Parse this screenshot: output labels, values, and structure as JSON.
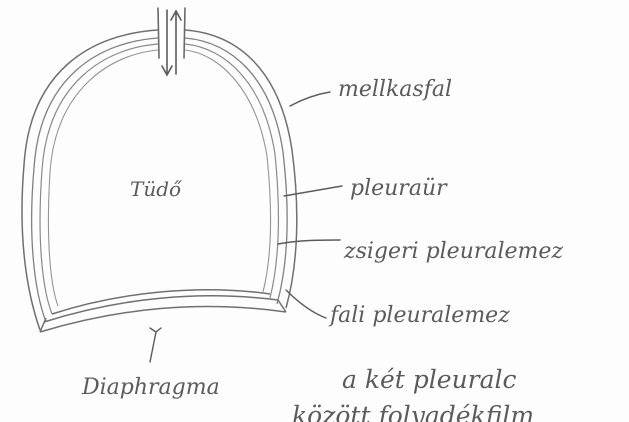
{
  "labels": {
    "lung": "Tüdő",
    "chest_wall": "mellkasfal",
    "pleural_cavity": "pleuraür",
    "visceral_pleura": "zsigeri pleuralemez",
    "parietal_pleura": "fali pleuralemez",
    "diaphragm": "Diaphragma"
  },
  "note": {
    "line1": "a két pleuralc",
    "line2": "között folyadékfilm"
  },
  "ink_color": "#5b5b5b",
  "paper_color": "#fdfdfd"
}
